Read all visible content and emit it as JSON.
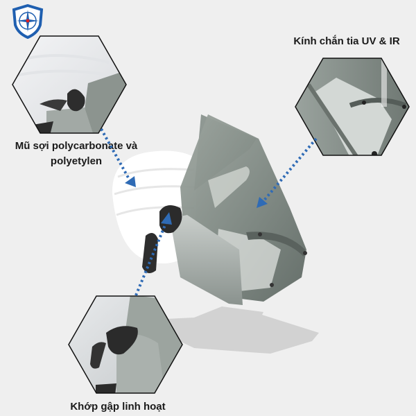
{
  "logo": {
    "icon": "compass-shield-icon",
    "colors": {
      "shield": "#1f5fb0",
      "star_center": "#e02020"
    }
  },
  "callouts": [
    {
      "id": "shield",
      "label": "Kính chắn tia UV & IR",
      "icon": "face-shield-closeup-image"
    },
    {
      "id": "helmet",
      "label_line1": "Mũ sợi polycarbonate và",
      "label_line2": "polyetylen",
      "icon": "helmet-closeup-image"
    },
    {
      "id": "hinge",
      "label": "Khớp gập linh hoạt",
      "icon": "hinge-closeup-image"
    }
  ],
  "product": {
    "name": "helmet-with-face-shield-image"
  },
  "colors": {
    "background": "#efefef",
    "arrow": "#2f6bb5",
    "hex_border": "#111111",
    "shadow": "#d2d2d2"
  }
}
